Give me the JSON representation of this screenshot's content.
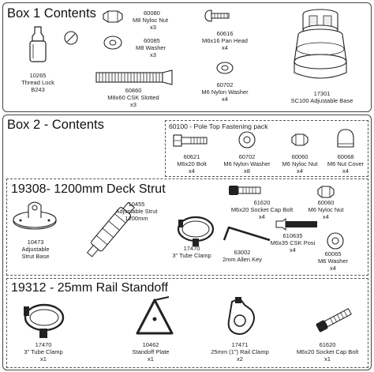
{
  "box1": {
    "title": "Box 1 Contents",
    "items": [
      {
        "code": "10265",
        "name": "Thread Lock",
        "qty": "B243"
      },
      {
        "code": "60080",
        "name": "M8 Nyloc Nut",
        "qty": "x3"
      },
      {
        "code": "60085",
        "name": "M8 Washer",
        "qty": "x3"
      },
      {
        "code": "60860",
        "name": "M8x60 CSK Slotted",
        "qty": "x3"
      },
      {
        "code": "60616",
        "name": "M6x16 Pan Head",
        "qty": "x4"
      },
      {
        "code": "60702",
        "name": "M6 Nylon Washer",
        "qty": "x4"
      },
      {
        "code": "17301",
        "name": "SC100 Adjustable Base",
        "qty": ""
      }
    ]
  },
  "box2": {
    "title": "Box 2 - Contents",
    "pole_pack": {
      "title": "60100 - Pole Top Fastening pack",
      "items": [
        {
          "code": "60621",
          "name": "M6x20 Bolt",
          "qty": "x4"
        },
        {
          "code": "60702",
          "name": "M6 Nylon Washer",
          "qty": "x8"
        },
        {
          "code": "60060",
          "name": "M6 Nyloc Nut",
          "qty": "x4"
        },
        {
          "code": "60068",
          "name": "M6 Nut Cover",
          "qty": "x4"
        }
      ]
    },
    "deck_strut": {
      "title": "19308- 1200mm Deck Strut",
      "items": [
        {
          "code": "10473",
          "name": "Adjustable",
          "qty": "Strut Base"
        },
        {
          "code": "10455",
          "name": "Adjustable Strut",
          "qty": "1200mm"
        },
        {
          "code": "17470",
          "name": "3\" Tube Clamp",
          "qty": ""
        },
        {
          "code": "61620",
          "name": "M6x20 Socket Cap Bolt",
          "qty": "x4"
        },
        {
          "code": "60060",
          "name": "M6 Nyloc Nut",
          "qty": "x4"
        },
        {
          "code": "610635",
          "name": "M6x35 CSK Posi",
          "qty": "x4"
        },
        {
          "code": "63002",
          "name": "2mm Allen Key",
          "qty": ""
        },
        {
          "code": "60065",
          "name": "M6 Washer",
          "qty": "x4"
        }
      ]
    },
    "rail_standoff": {
      "title": "19312 - 25mm Rail Standoff",
      "items": [
        {
          "code": "17470",
          "name": "3\" Tube Clamp",
          "qty": "x1"
        },
        {
          "code": "10462",
          "name": "Standoff Plate",
          "qty": "x1"
        },
        {
          "code": "17471",
          "name": "25mm (1\") Rail Clamp",
          "qty": "x2"
        },
        {
          "code": "61620",
          "name": "M6x20 Socket Cap Bolt",
          "qty": "x1"
        }
      ]
    }
  }
}
